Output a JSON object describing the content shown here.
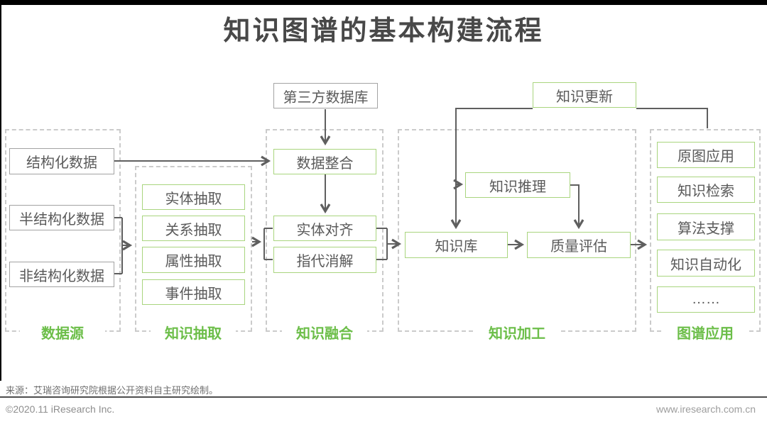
{
  "page": {
    "title": "知识图谱的基本构建流程"
  },
  "diagram": {
    "external_nodes": {
      "third_party_db": "第三方数据库",
      "knowledge_update": "知识更新"
    },
    "groups": [
      {
        "label": "数据源",
        "nodes": [
          "结构化数据",
          "半结构化数据",
          "非结构化数据"
        ]
      },
      {
        "label": "知识抽取",
        "nodes": [
          "实体抽取",
          "关系抽取",
          "属性抽取",
          "事件抽取"
        ]
      },
      {
        "label": "知识融合",
        "nodes": [
          "数据整合",
          "实体对齐",
          "指代消解"
        ]
      },
      {
        "label": "知识加工",
        "nodes": [
          "知识推理",
          "知识库",
          "质量评估"
        ]
      },
      {
        "label": "图谱应用",
        "nodes": [
          "原图应用",
          "知识检索",
          "算法支撑",
          "知识自动化",
          "……"
        ]
      }
    ]
  },
  "footer": {
    "source": "来源：艾瑞咨询研究院根据公开资料自主研究绘制。",
    "copyright": "©2020.11 iResearch Inc.",
    "website": "www.iresearch.com.cn"
  },
  "colors": {
    "green_label": "#6cbe49",
    "green_border": "#a9d57e",
    "gray_border": "#a3a3a3",
    "dashed_border": "#cbcbcb",
    "line": "#5f5f5f",
    "text": "#5a5a5a",
    "title": "#484848"
  }
}
